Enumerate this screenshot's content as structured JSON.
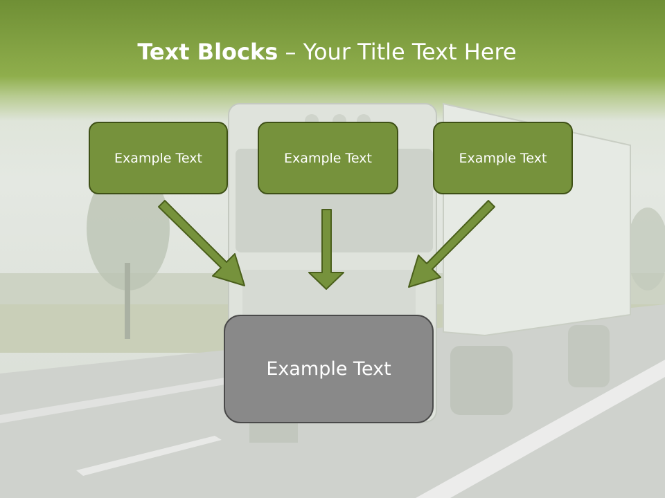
{
  "slide": {
    "title_bold": "Text Blocks",
    "title_rest": " – Your Title Text Here",
    "boxes": [
      "Example Text",
      "Example Text",
      "Example Text"
    ],
    "target_box": "Example Text"
  },
  "colors": {
    "box_fill": "#76923c",
    "box_border": "#3e5016",
    "target_fill": "#898989",
    "arrow_fill": "#76923c",
    "header_green": "#7a9a3e"
  }
}
